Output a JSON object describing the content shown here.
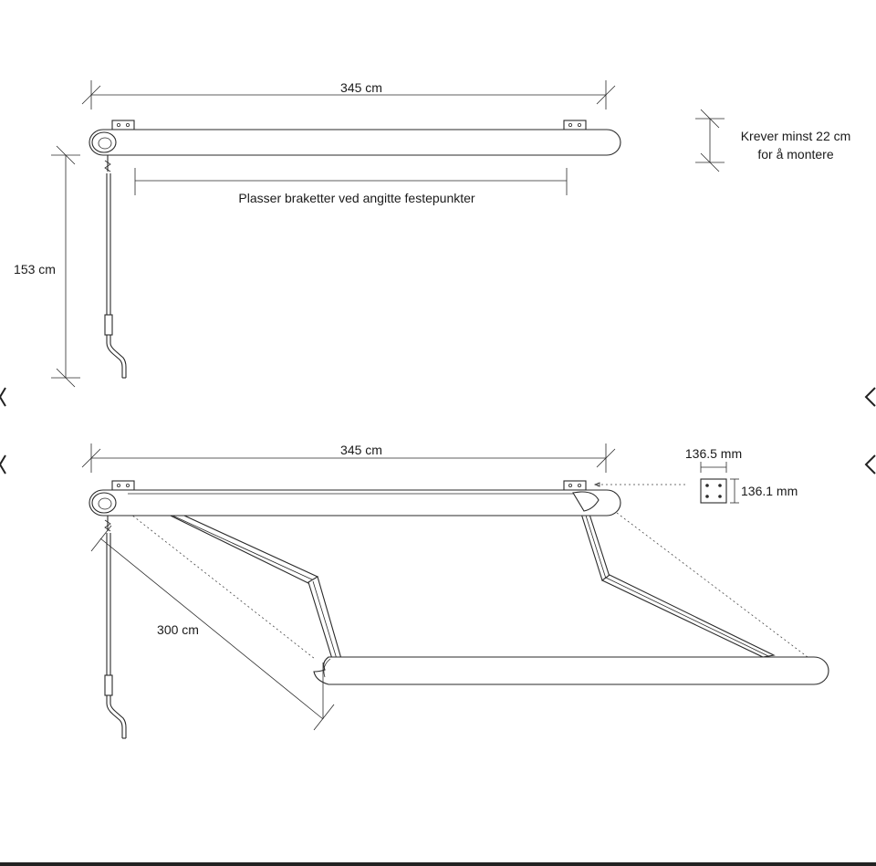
{
  "top_view": {
    "width_label": "345 cm",
    "height_label": "153 cm",
    "bracket_note": "Plasser braketter ved angitte festepunkter",
    "clearance_note_line1": "Krever minst 22 cm",
    "clearance_note_line2": "for å montere"
  },
  "bottom_view": {
    "width_label": "345 cm",
    "projection_label": "300 cm",
    "bracket_width_label": "136.5 mm",
    "bracket_height_label": "136.1 mm"
  },
  "navigation": {
    "prev_icon": "chevron-left-icon",
    "next_icon": "chevron-right-icon"
  }
}
